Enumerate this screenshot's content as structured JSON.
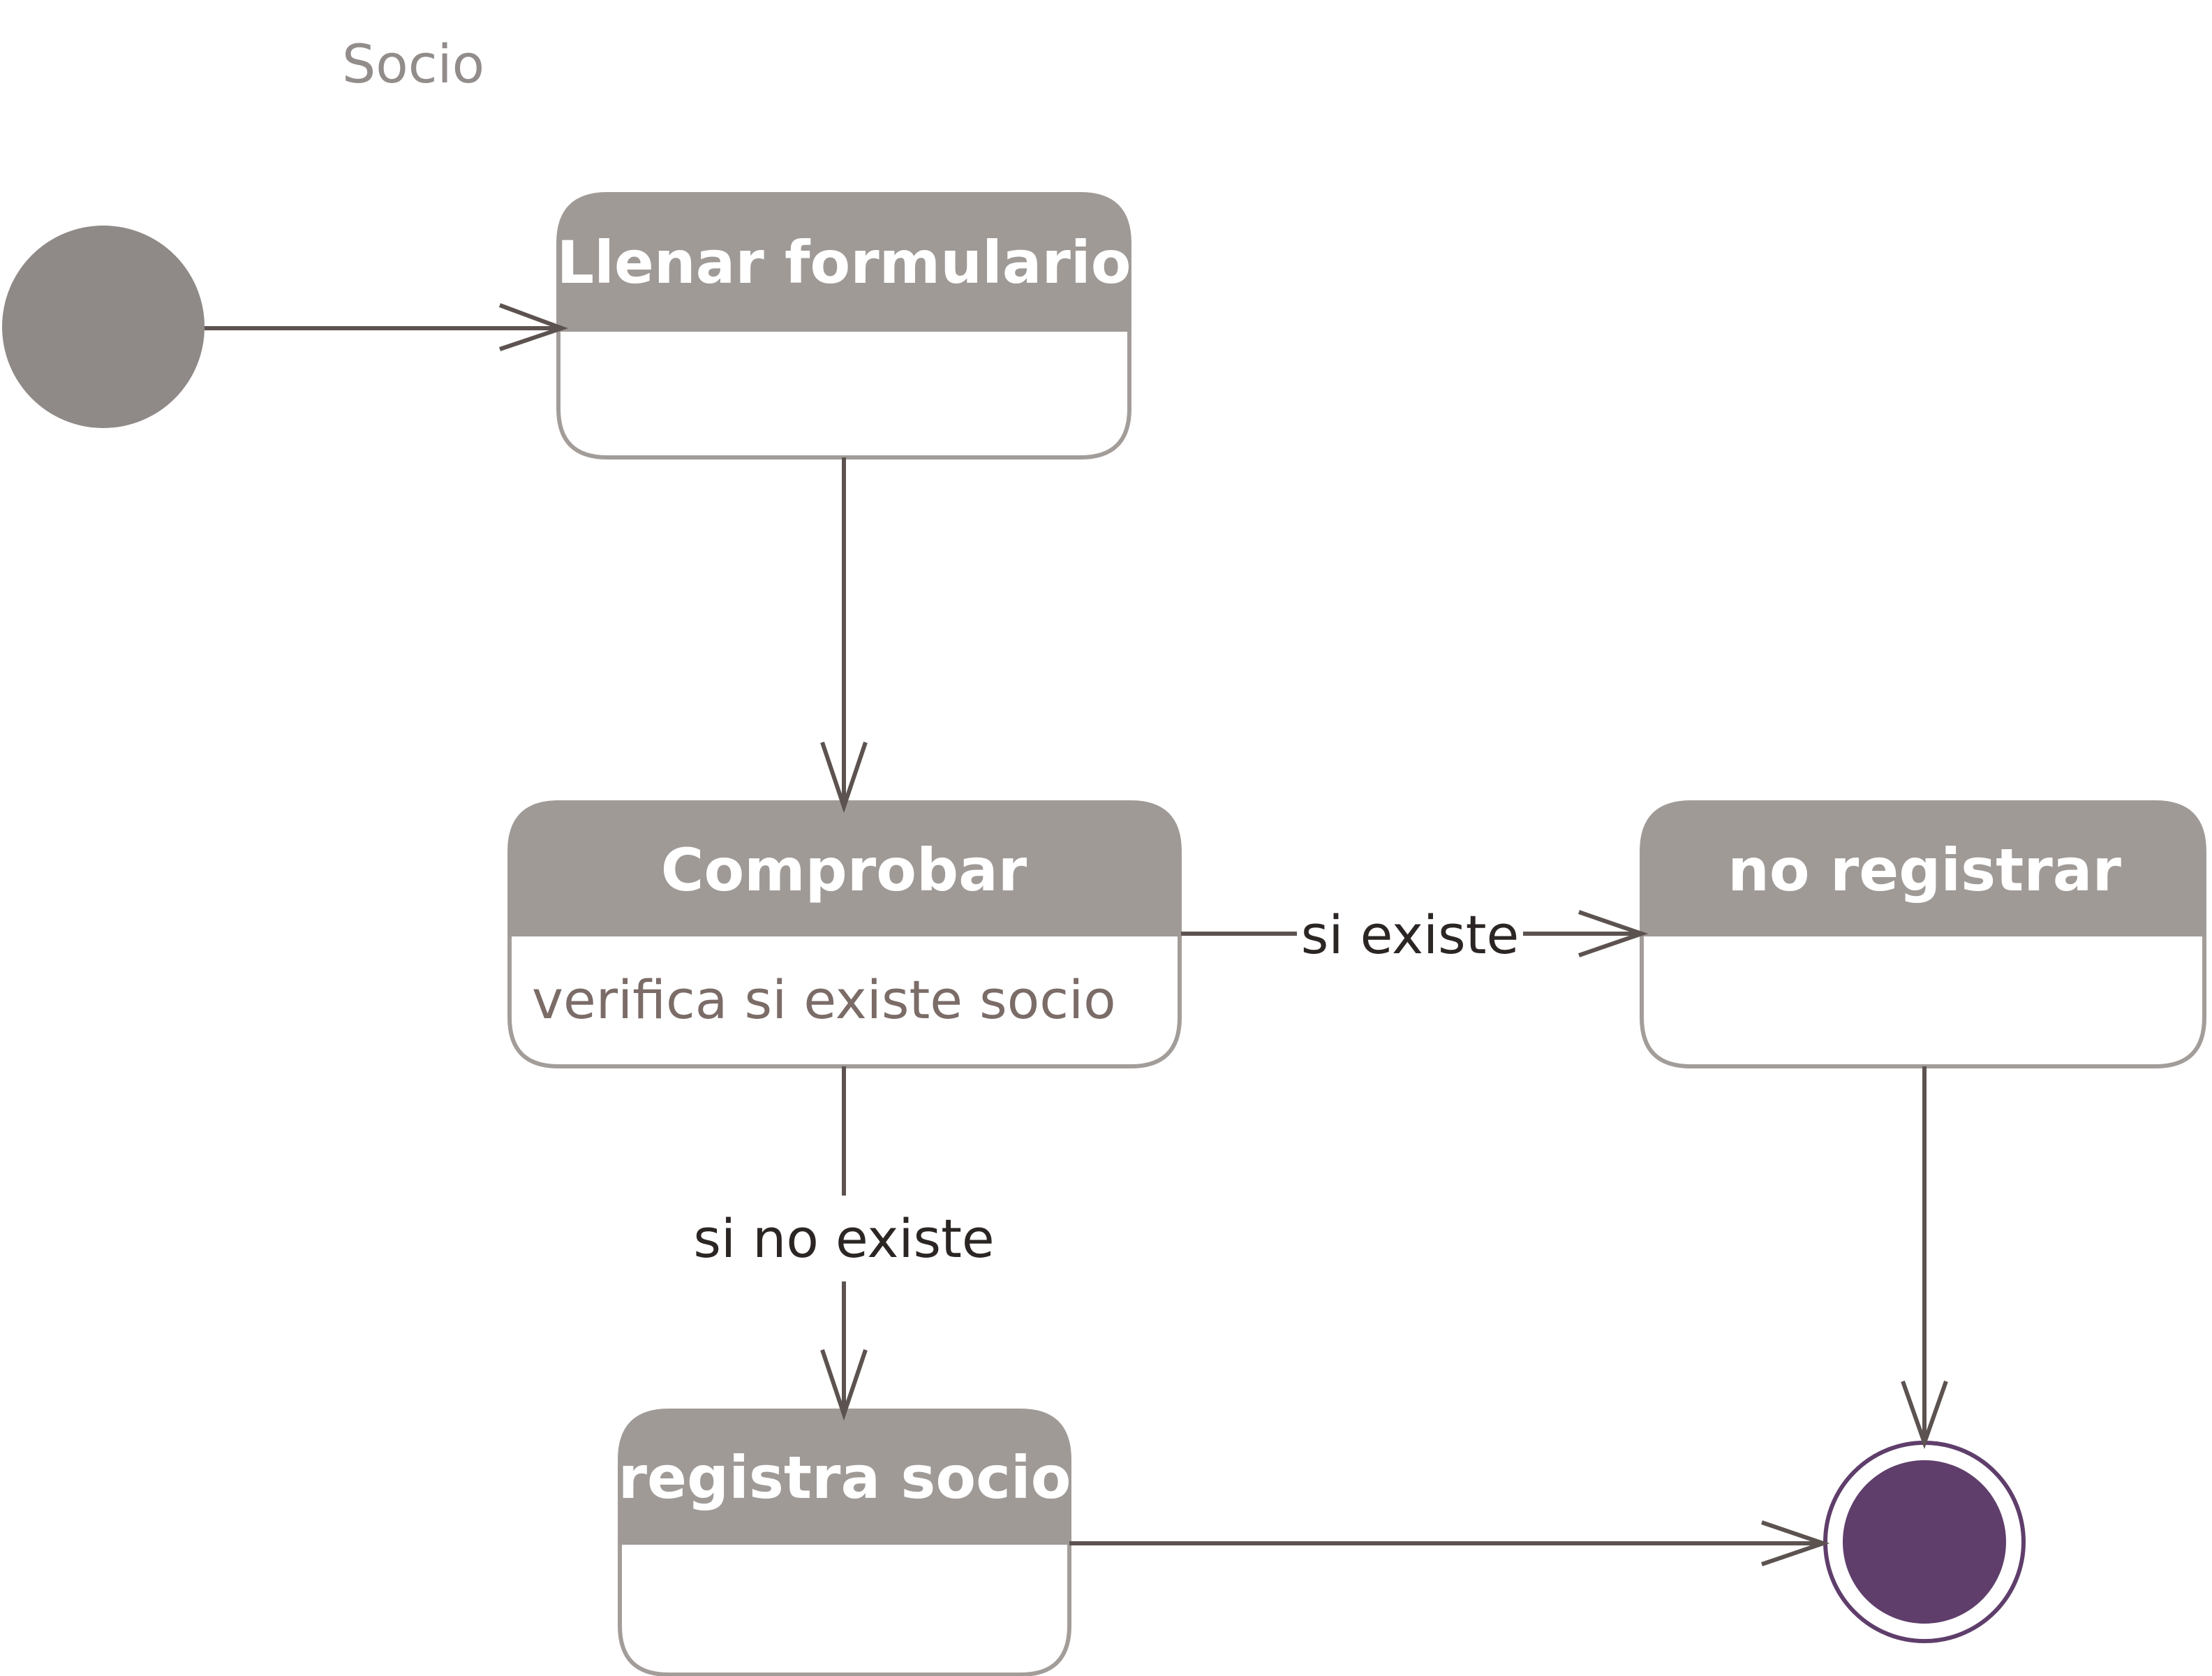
{
  "title": "Socio",
  "colors": {
    "header_fill": "#a09a97",
    "outline": "#a39d9a",
    "initial_node": "#8f8a87",
    "final_node": "#5f3e6b",
    "edge": "#5c5350"
  },
  "states": {
    "llenar": {
      "title": "Llenar formulario",
      "body": ""
    },
    "comprobar": {
      "title": "Comprobar",
      "body": "verifica si existe socio"
    },
    "no_registrar": {
      "title": "no registrar",
      "body": ""
    },
    "registra": {
      "title": "registra socio",
      "body": ""
    }
  },
  "transitions": [
    {
      "from": "initial",
      "to": "Llenar formulario",
      "label": ""
    },
    {
      "from": "Llenar formulario",
      "to": "Comprobar",
      "label": ""
    },
    {
      "from": "Comprobar",
      "to": "no registrar",
      "label": "si existe"
    },
    {
      "from": "Comprobar",
      "to": "registra socio",
      "label": "si no existe"
    },
    {
      "from": "no registrar",
      "to": "final",
      "label": ""
    },
    {
      "from": "registra socio",
      "to": "final",
      "label": ""
    }
  ]
}
